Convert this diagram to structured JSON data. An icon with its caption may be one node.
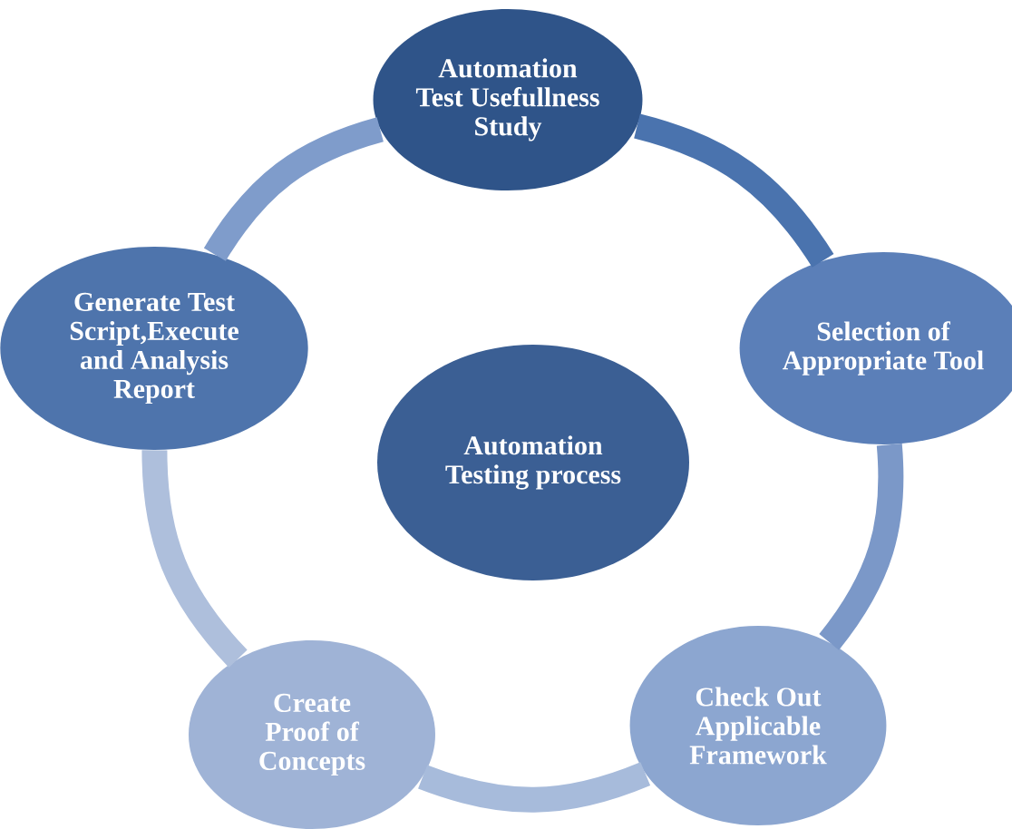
{
  "diagram": {
    "nodes": [
      {
        "text": [
          "Automation Testing process"
        ]
      },
      {
        "text": [
          "Automation Test Usefullness Study"
        ]
      },
      {
        "text": [
          "Selection of Appropriate Tool"
        ]
      },
      {
        "text": [
          "Check Out Applicable Framework"
        ]
      },
      {
        "text": [
          "Create Proof of Concepts"
        ]
      },
      {
        "text": [
          "Generate Test Script,Execute and Analysis Report"
        ]
      }
    ],
    "edges": [
      {
        "from": 1,
        "to": 2,
        "arrow": "none",
        "color": "#4a73ae"
      },
      {
        "from": 2,
        "to": 3,
        "arrow": "none",
        "color": "#7b98c8"
      },
      {
        "from": 3,
        "to": 4,
        "arrow": "none",
        "color": "#a7bbdb"
      },
      {
        "from": 4,
        "to": 5,
        "arrow": "none",
        "color": "#aebfdc"
      },
      {
        "from": 5,
        "to": 1,
        "arrow": "none",
        "color": "#7f9ccb"
      }
    ]
  }
}
